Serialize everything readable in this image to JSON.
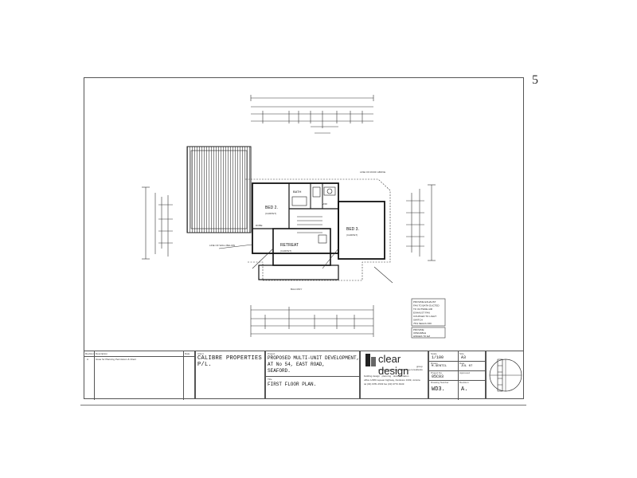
{
  "page_mark": "5",
  "plan": {
    "rooms": {
      "bed2": "BED 2.",
      "bed3": "BED 3.",
      "bath": "BATH",
      "retreat": "RETREAT",
      "wir": "WIR"
    },
    "notes": {
      "carpet": "(CARPET)",
      "robe": "ROBE",
      "roof_line": "LINE OF ROOF ABOVE",
      "wall_line": "LINE OF WALL BELOW",
      "balcony": "BALCONY"
    },
    "note_box_1": [
      "PROVIDE EXHAUST",
      "FAN TO BATH DUCTED",
      "TO OUTSIDE AIR",
      "EXHAUST FAN",
      "COUPLED TO LIGHT",
      "SWITCH",
      "75% SEALS OFF"
    ],
    "note_box_2": [
      "PROVIDE",
      "OPENABLE",
      "HINGES TO EZ"
    ]
  },
  "title_block": {
    "rev_header": "Revision",
    "desc_header": "Description",
    "rev_a": "A",
    "rev_a_desc": "Issue for Planning Permission & Client",
    "date_header": "Date",
    "client_label": "Client",
    "client": "CALIBRE PROPERTIES P/L.",
    "project_label": "Project",
    "project_line1": "PROPOSED MULTI-UNIT DEVELOPMENT,",
    "project_line2": "AT No 54, EAST ROAD,",
    "project_line3": "SEAFORD.",
    "title_label": "Title",
    "title": "FIRST FLOOR PLAN.",
    "brand": "clear design",
    "brand_group": "group",
    "brand_tagline": "architectural design & drafting consultants",
    "brand_line1": "building design · planning · documentation",
    "brand_line2": "office 1/280 nepean highway, frankston 3199, victoria",
    "brand_line3": "tel (03) 9781 4533 fax (03) 9770 4949",
    "scale_label": "Scale",
    "scale": "1/100",
    "size_label": "Size",
    "size": "A3",
    "drawn_label": "Drawn",
    "drawn": "M.GENTIL",
    "date_label": "Date",
    "date": "JUL 07",
    "project_no_label": "Project No.",
    "project_no": "05C03",
    "approved_label": "Approved",
    "drawing_no_label": "Drawing Number",
    "drawing_no": "WD3.",
    "revision_label": "Revision",
    "revision": "A."
  }
}
